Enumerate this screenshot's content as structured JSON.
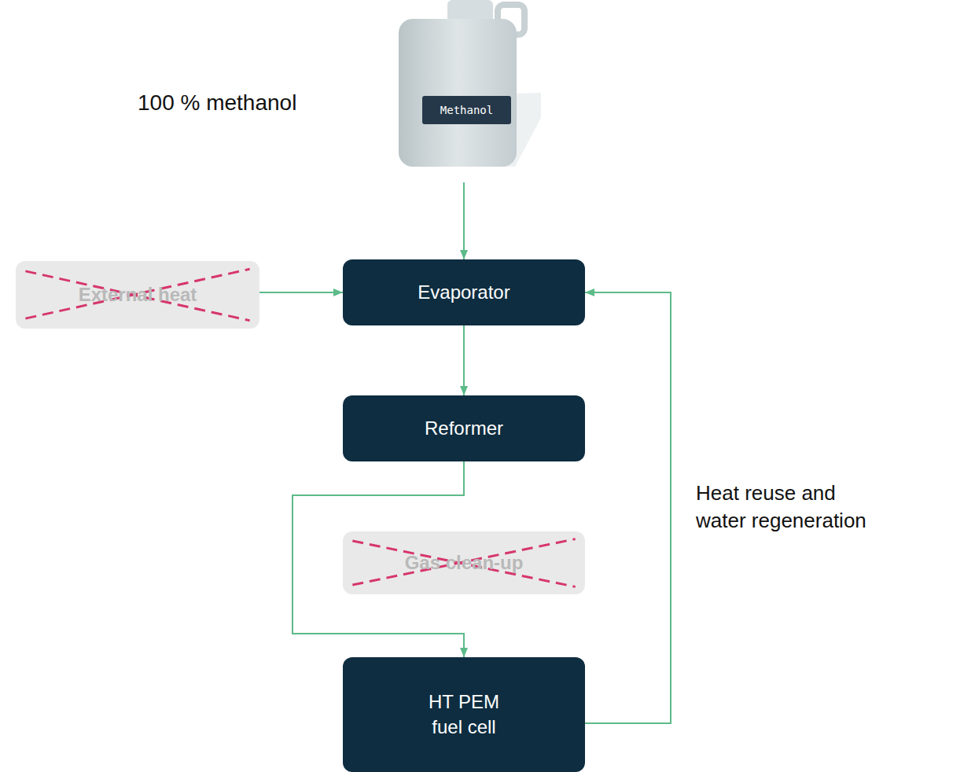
{
  "diagram": {
    "nodes": [
      {
        "text": [
          "Methanol"
        ]
      },
      {
        "text": [
          "External heat"
        ]
      },
      {
        "text": [
          "Evaporator"
        ]
      },
      {
        "text": [
          "Reformer"
        ]
      },
      {
        "text": [
          "Gas clean-up"
        ]
      },
      {
        "text": [
          "HT PEM fuel cell"
        ]
      }
    ],
    "edges": [
      {
        "from": 0,
        "to": 2,
        "arrow": "to"
      },
      {
        "from": 1,
        "to": 2,
        "arrow": "to"
      },
      {
        "from": 2,
        "to": 3,
        "arrow": "to"
      },
      {
        "from": 3,
        "to": 5,
        "arrow": "to"
      },
      {
        "from": 5,
        "to": 2,
        "arrow": "to",
        "label": "Heat reuse and water regeneration"
      }
    ],
    "labels": [
      "100 % methanol"
    ]
  }
}
